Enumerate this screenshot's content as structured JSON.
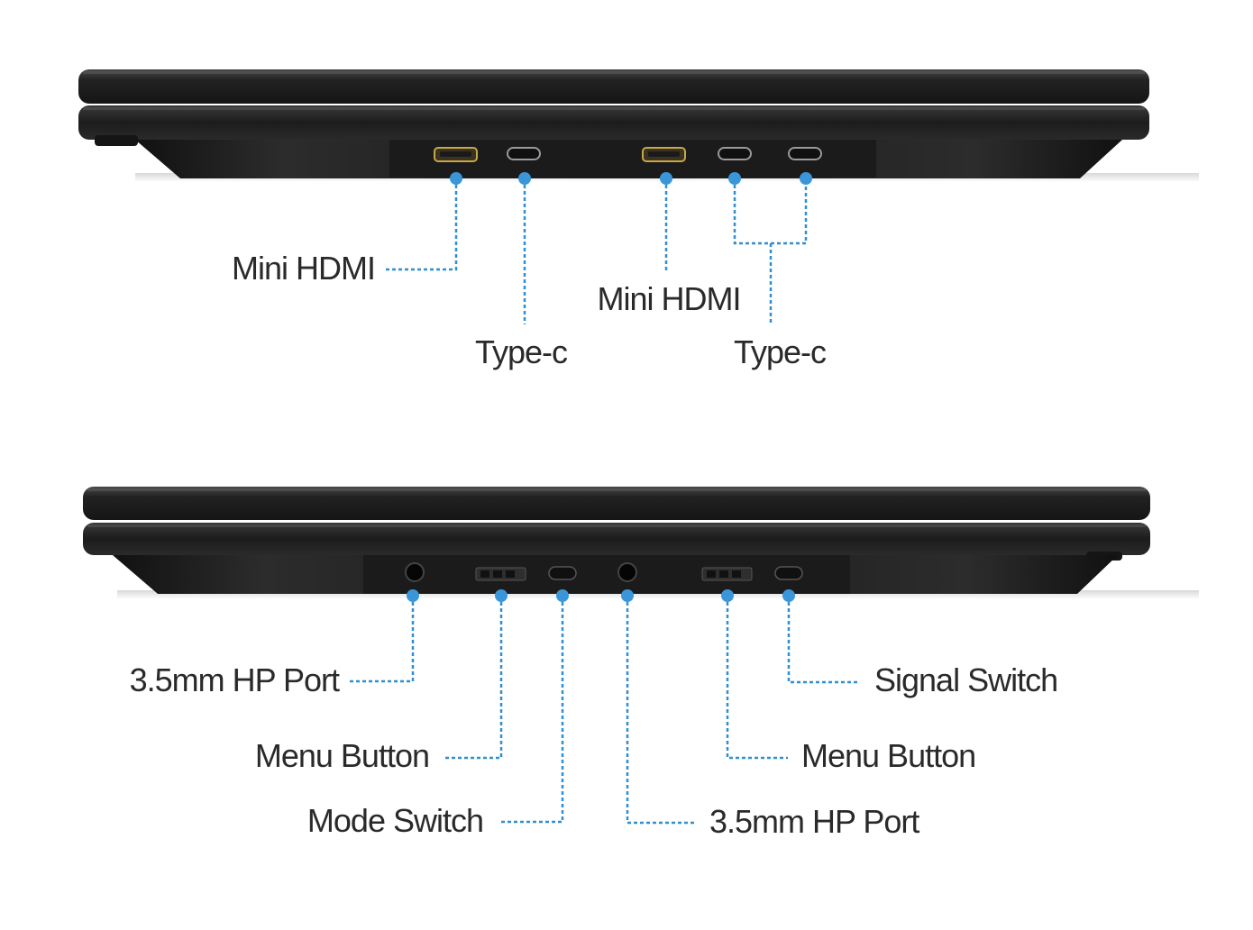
{
  "top_view": {
    "labels": {
      "mini_hdmi_left": "Mini HDMI",
      "type_c_left": "Type-c",
      "mini_hdmi_right": "Mini HDMI",
      "type_c_right": "Type-c"
    }
  },
  "bottom_view": {
    "labels": {
      "hp_port_left": "3.5mm HP Port",
      "menu_button_left": "Menu Button",
      "mode_switch": "Mode Switch",
      "hp_port_right": "3.5mm HP Port",
      "menu_button_right": "Menu Button",
      "signal_switch": "Signal Switch"
    }
  },
  "colors": {
    "leader_line": "#2f8fd0",
    "port_dot": "#3a96d8",
    "device_body": "#1e1e1e",
    "hdmi_port": "#c9a64a",
    "label_text": "#2a2a2a"
  }
}
